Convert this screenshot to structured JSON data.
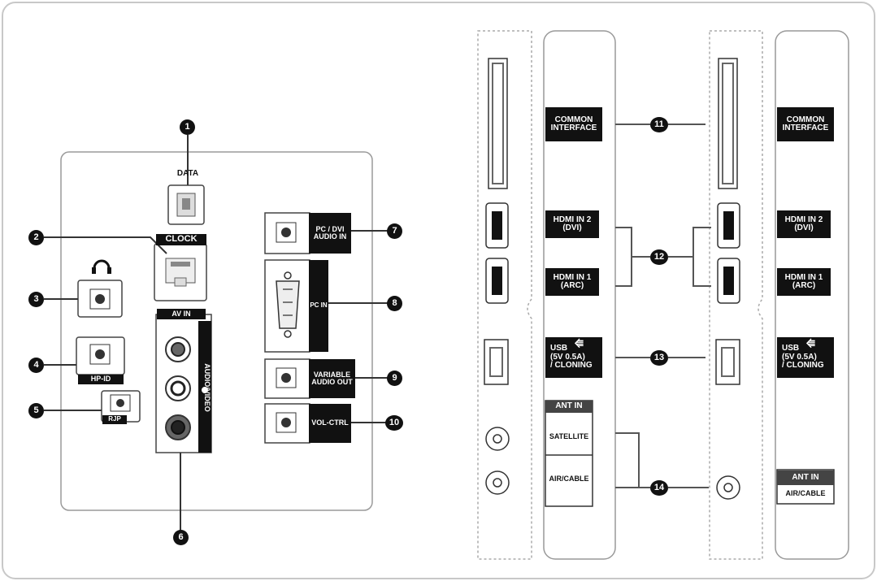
{
  "colors": {
    "label_bg": "#111111",
    "label_text": "#ffffff",
    "line": "#333333",
    "panel_bg": "#ffffff",
    "frame": "#c8c8c8"
  },
  "callouts": [
    "1",
    "2",
    "3",
    "4",
    "5",
    "6",
    "7",
    "8",
    "9",
    "10",
    "11",
    "12",
    "13",
    "14"
  ],
  "left_panel": {
    "data": "DATA",
    "clock": "CLOCK",
    "hp_id": "HP-ID",
    "rj": "RJP",
    "av_in": "AV IN",
    "audio_video": "AUDIO/VIDEO",
    "pc_dvi_audio_in": "PC / DVI\nAUDIO IN",
    "pc_in": "PC IN",
    "variable_audio_out": "VARIABLE\nAUDIO OUT",
    "vol_ctrl": "VOL-CTRL"
  },
  "side_panel_a": {
    "common_interface": "COMMON\nINTERFACE",
    "hdmi2": "HDMI IN 2\n(DVI)",
    "hdmi1": "HDMI IN 1\n(ARC)",
    "usb": "USB\n(5V 0.5A)\n/ CLONING",
    "usb_icon": "usb-icon",
    "ant_in": "ANT IN",
    "satellite": "SATELLITE",
    "air_cable": "AIR/CABLE"
  },
  "side_panel_b": {
    "common_interface": "COMMON\nINTERFACE",
    "hdmi2": "HDMI IN 2\n(DVI)",
    "hdmi1": "HDMI IN 1\n(ARC)",
    "usb": "USB\n(5V 0.5A)\n/ CLONING",
    "usb_icon": "usb-icon",
    "ant_in": "ANT IN",
    "air_cable": "AIR/CABLE"
  },
  "icons": {
    "headphone": "headphone-icon",
    "usb": "usb-icon"
  }
}
